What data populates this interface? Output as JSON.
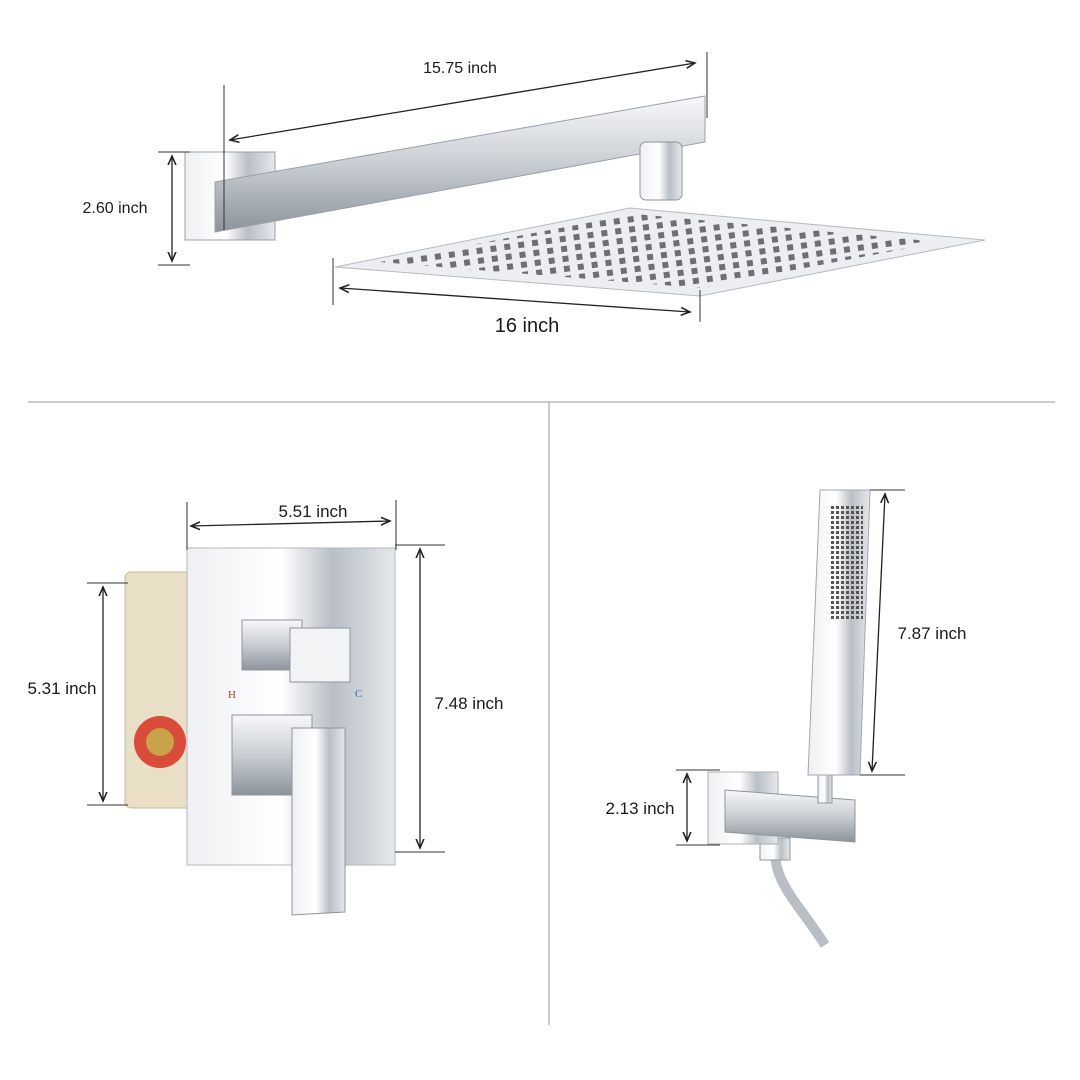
{
  "rain_shower": {
    "arm_length": "15.75 inch",
    "wall_plate_height": "2.60 inch",
    "head_width": "16 inch"
  },
  "valve": {
    "plate_width": "5.51 inch",
    "box_height": "5.31 inch",
    "plate_height": "7.48 inch",
    "hot_mark": "H",
    "cold_mark": "C"
  },
  "hand_shower": {
    "handset_length": "7.87 inch",
    "holder_height": "2.13 inch"
  },
  "colors": {
    "hot": "#c0392b",
    "cold": "#2e6fb5",
    "chrome": "#d9dde2"
  }
}
